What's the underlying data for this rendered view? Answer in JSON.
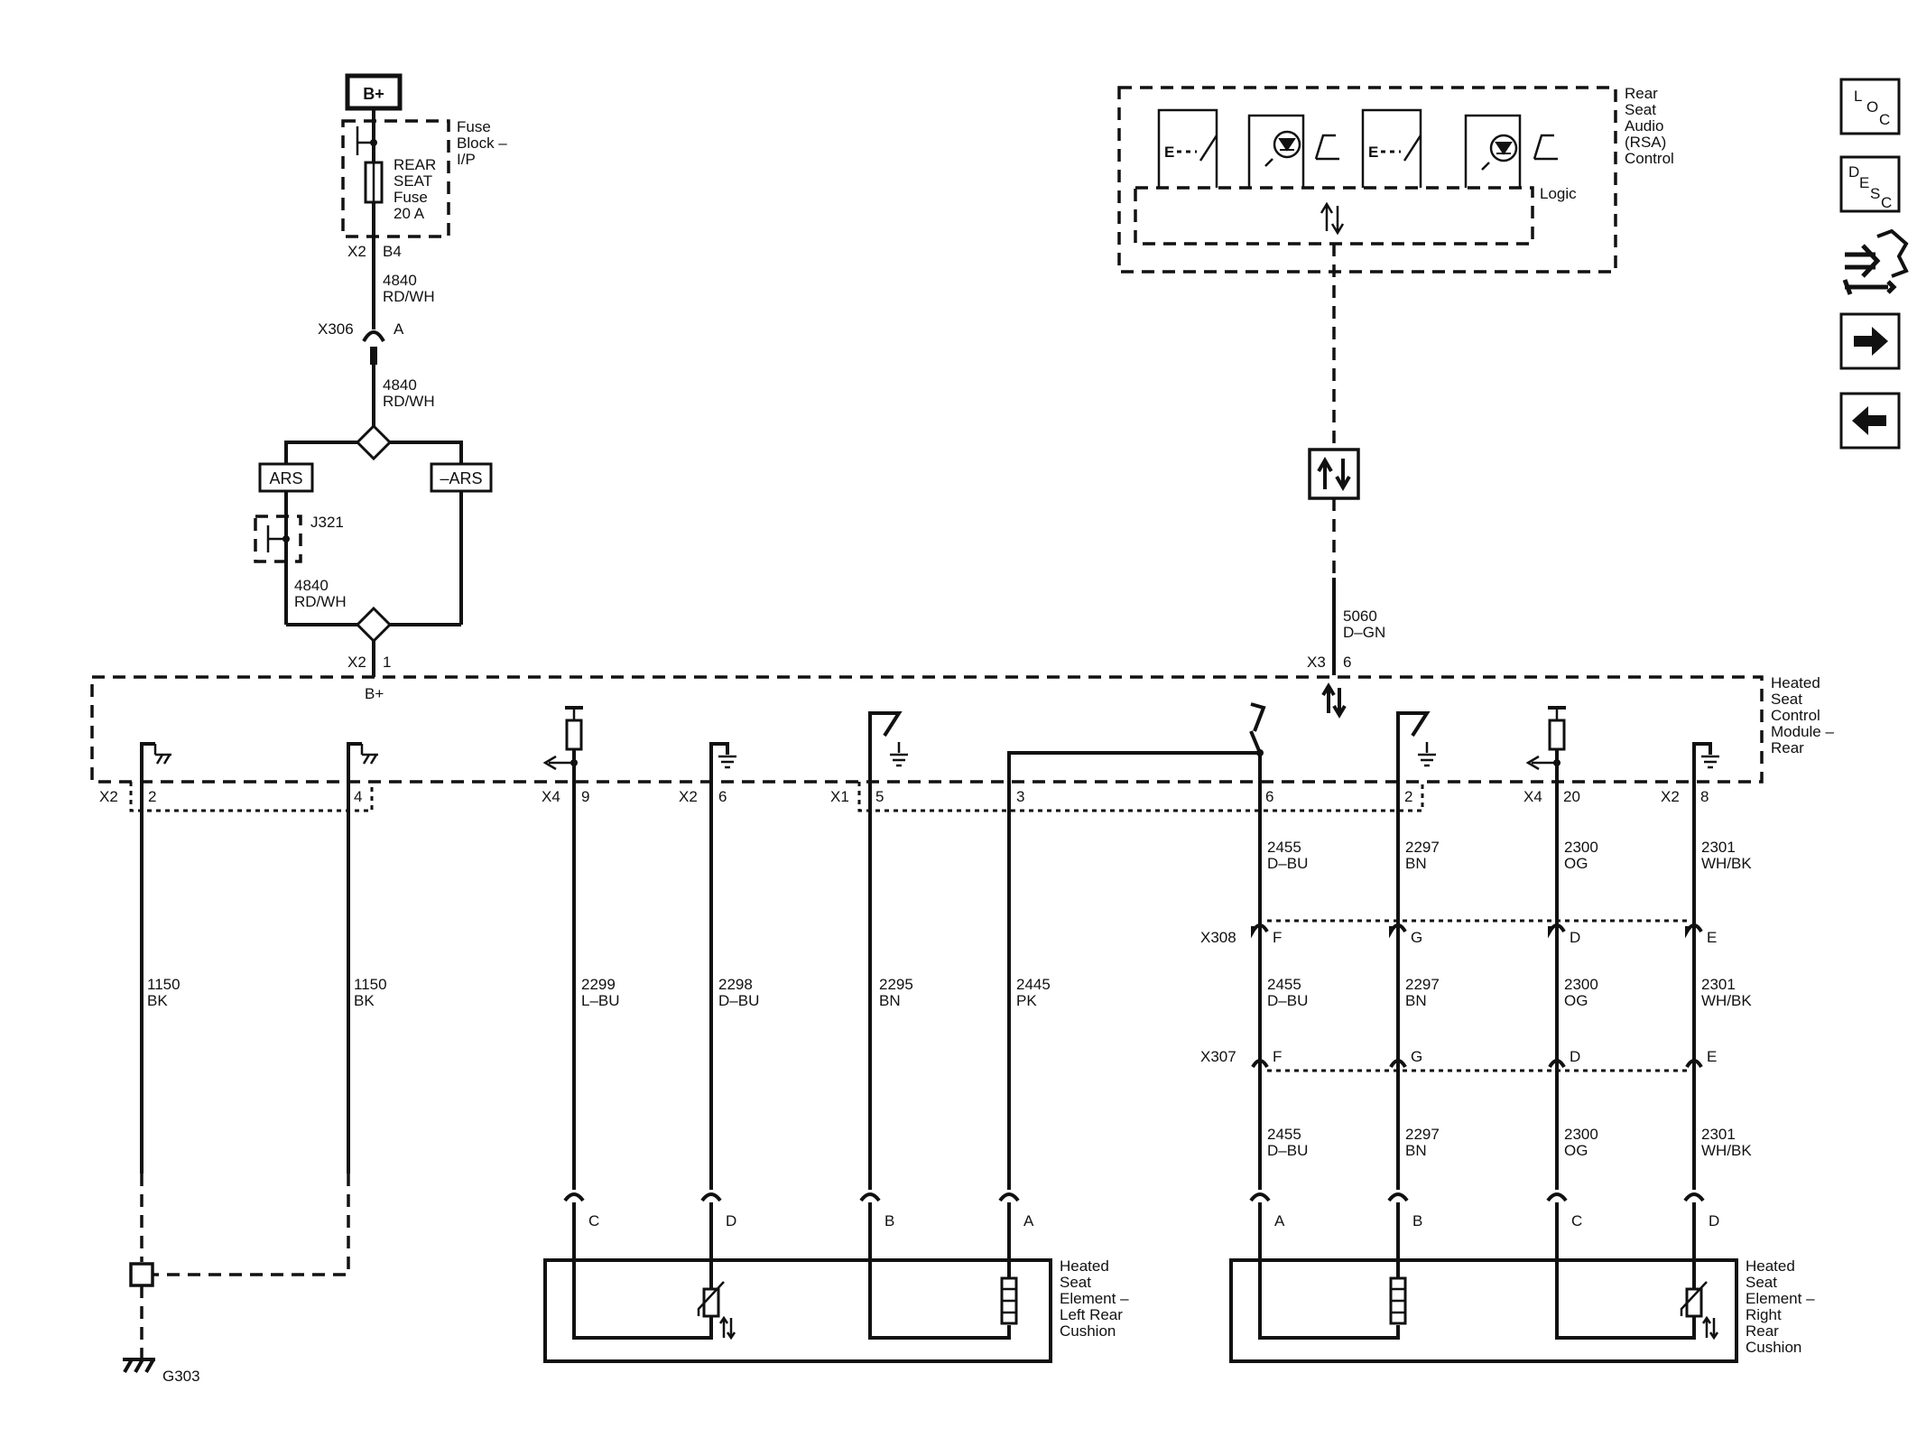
{
  "colors": {
    "ink": "#111111",
    "background": "#ffffff"
  },
  "power": {
    "bplus": "B+",
    "bplus_module": "B+"
  },
  "fuse_block": {
    "label_lines": [
      "Fuse",
      "Block –",
      "I/P"
    ],
    "fuse_lines": [
      "REAR",
      "SEAT",
      "Fuse",
      "20 A"
    ],
    "connector": "X2",
    "pin": "B4"
  },
  "splice": {
    "ars": "ARS",
    "not_ars": "–ARS",
    "jumper": "J321",
    "x2": "X2",
    "pin1": "1"
  },
  "connectors": {
    "x308": "X308",
    "x307": "X307",
    "x306": "X306",
    "pinA": "A",
    "g303": "G303"
  },
  "wires": {
    "w4840": [
      "4840",
      "RD/WH"
    ],
    "w5060": [
      "5060",
      "D–GN"
    ],
    "w1150": [
      "1150",
      "BK"
    ],
    "w2299": [
      "2299",
      "L–BU"
    ],
    "w2298": [
      "2298",
      "D–BU"
    ],
    "w2295": [
      "2295",
      "BN"
    ],
    "w2445": [
      "2445",
      "PK"
    ],
    "w2455": [
      "2455",
      "D–BU"
    ],
    "w2297": [
      "2297",
      "BN"
    ],
    "w2300": [
      "2300",
      "OG"
    ],
    "w2301": [
      "2301",
      "WH/BK"
    ]
  },
  "rsa": {
    "label_lines": [
      "Rear",
      "Seat",
      "Audio",
      "(RSA)",
      "Control"
    ],
    "logic": "Logic"
  },
  "module": {
    "label_lines": [
      "Heated",
      "Seat",
      "Control",
      "Module –",
      "Rear"
    ],
    "x3": "X3",
    "x3_pin": "6",
    "pins": [
      {
        "conn": "X2",
        "pin": "2"
      },
      {
        "conn": "",
        "pin": "4"
      },
      {
        "conn": "X4",
        "pin": "9"
      },
      {
        "conn": "X2",
        "pin": "6"
      },
      {
        "conn": "X1",
        "pin": "5"
      },
      {
        "conn": "",
        "pin": "3"
      },
      {
        "conn": "",
        "pin": "6"
      },
      {
        "conn": "",
        "pin": "2"
      },
      {
        "conn": "X4",
        "pin": "20"
      },
      {
        "conn": "X2",
        "pin": "8"
      }
    ]
  },
  "inline_pins": {
    "f": "F",
    "g": "G",
    "d": "D",
    "e": "E"
  },
  "left_element": {
    "label_lines": [
      "Heated",
      "Seat",
      "Element –",
      "Left Rear",
      "Cushion"
    ],
    "pins": [
      "C",
      "D",
      "B",
      "A"
    ]
  },
  "right_element": {
    "label_lines": [
      "Heated",
      "Seat",
      "Element –",
      "Right",
      "Rear",
      "Cushion"
    ],
    "pins": [
      "A",
      "B",
      "C",
      "D"
    ]
  },
  "nav": {
    "loc_icon": "loc-icon",
    "desc_icon": "desc-icon",
    "connector_icon": "connector-list-icon",
    "next_icon": "arrow-right-icon",
    "prev_icon": "arrow-left-icon",
    "loc_text": [
      "L",
      "O",
      "C"
    ],
    "desc_text": [
      "D",
      "E",
      "S",
      "C"
    ]
  }
}
